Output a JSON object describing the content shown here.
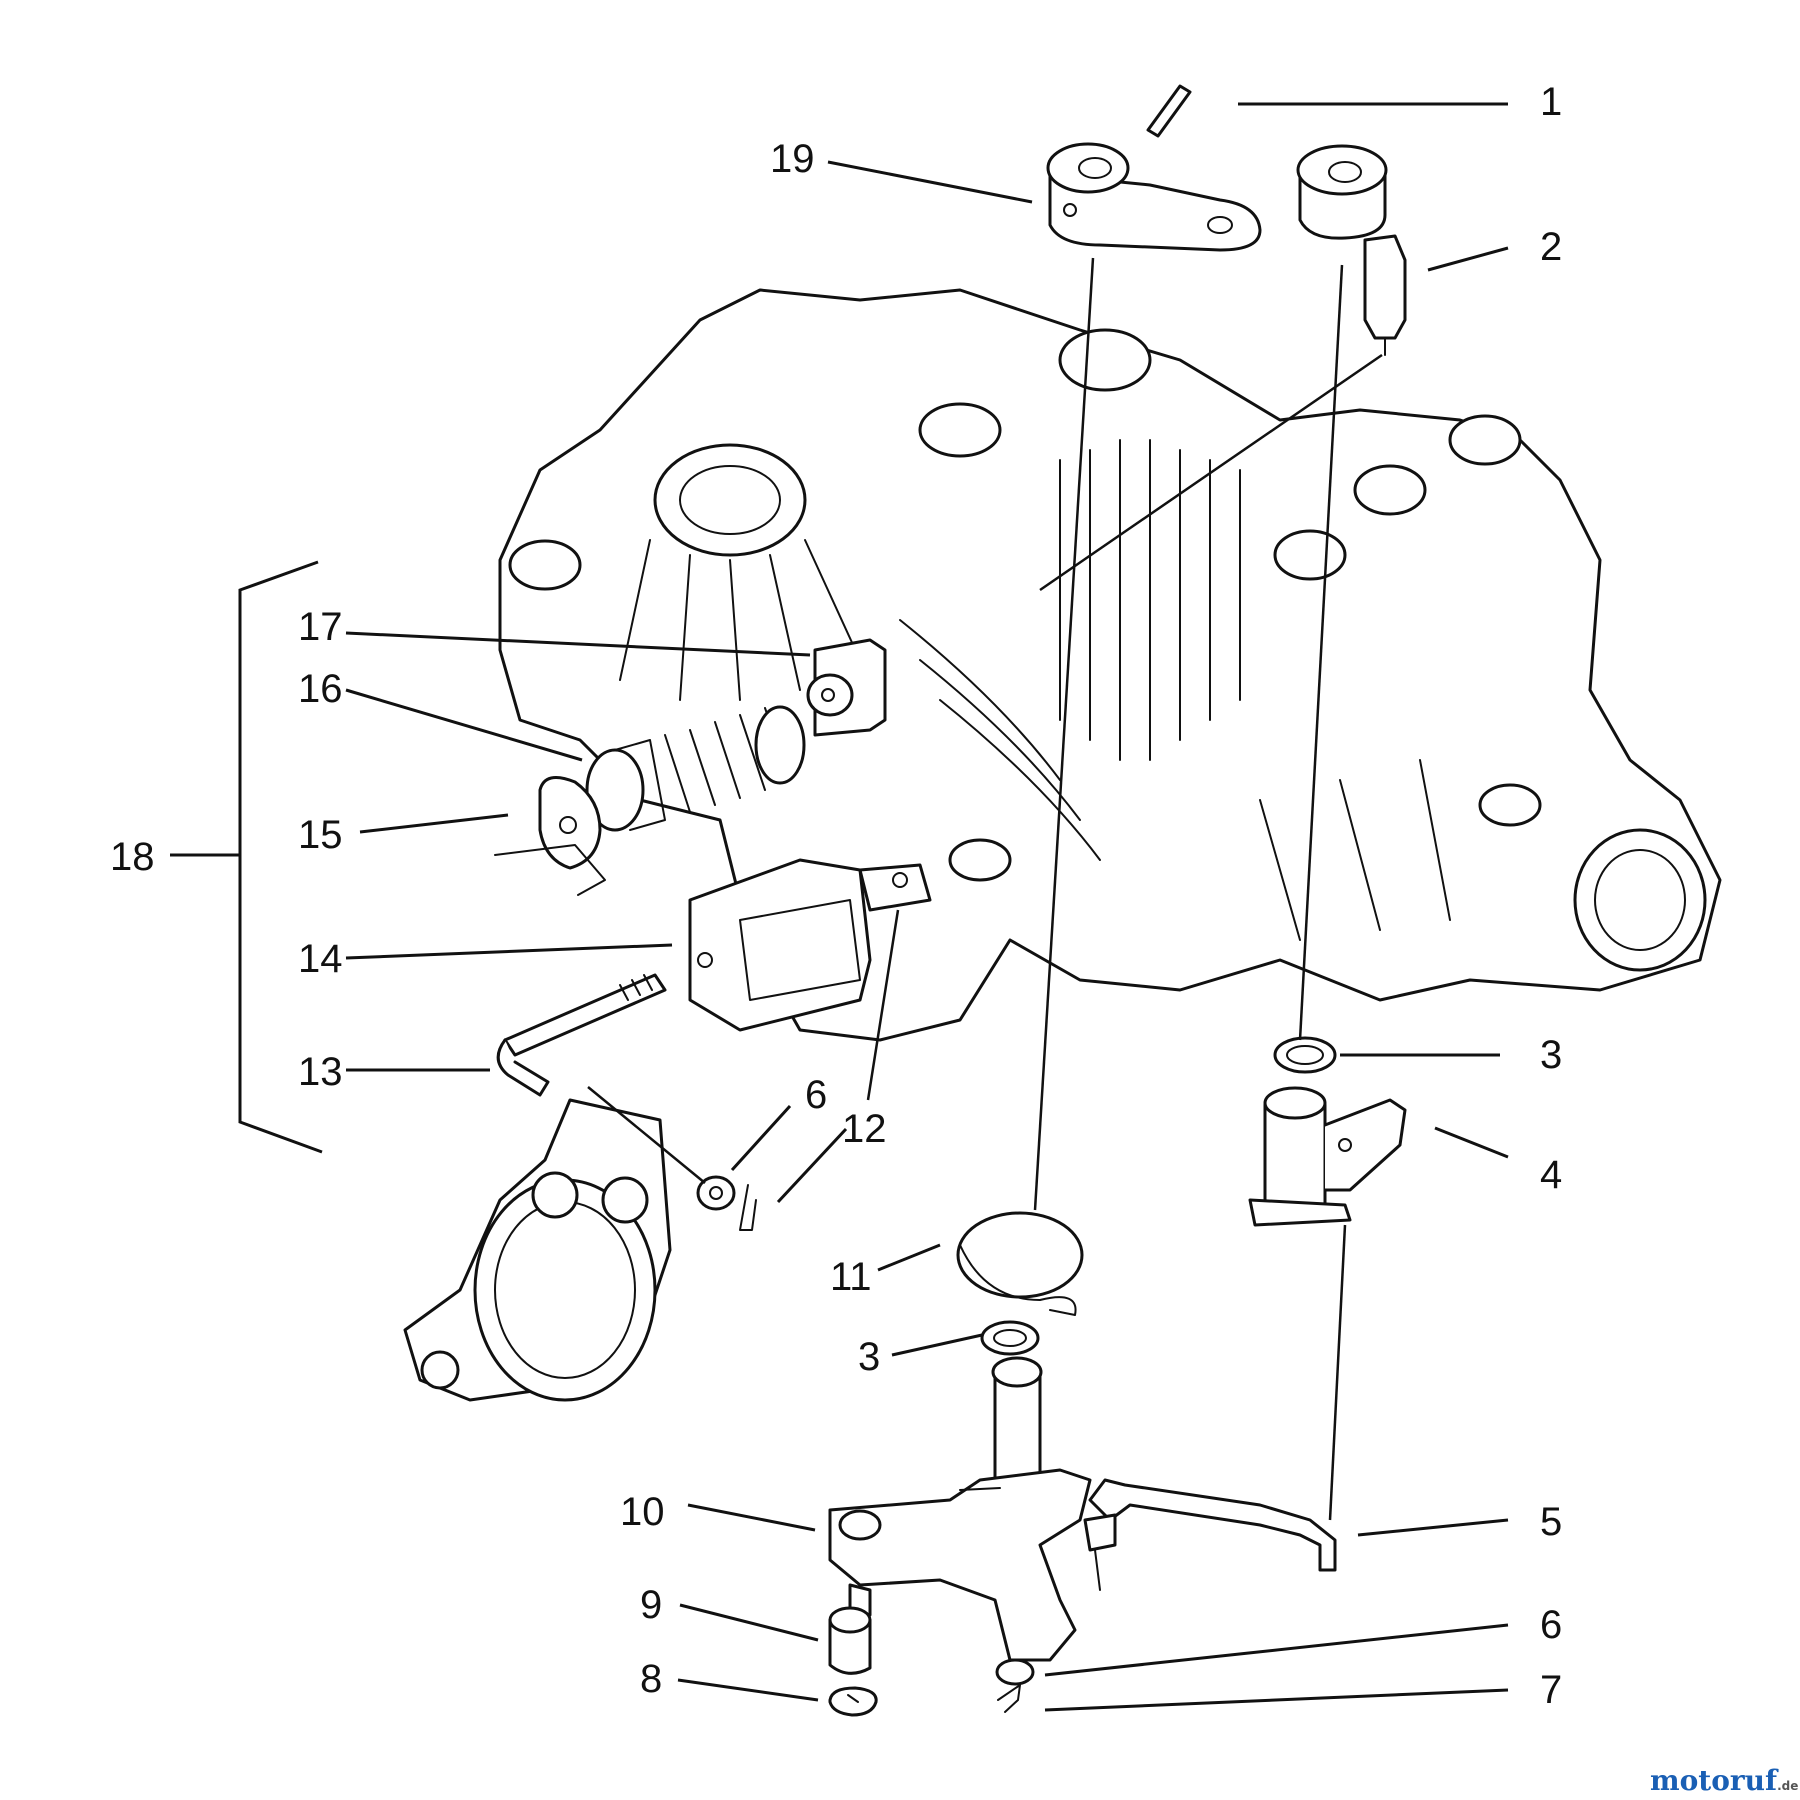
{
  "callouts": [
    "1",
    "19",
    "2",
    "17",
    "16",
    "15",
    "18",
    "14",
    "13",
    "6",
    "12",
    "3",
    "4",
    "11",
    "3",
    "10",
    "5",
    "9",
    "6",
    "8",
    "7"
  ],
  "watermark": {
    "main": "motoruf",
    "suffix": ".de",
    "colors": [
      "#1a5fb4",
      "#2e9e3f",
      "#e0641b"
    ]
  }
}
